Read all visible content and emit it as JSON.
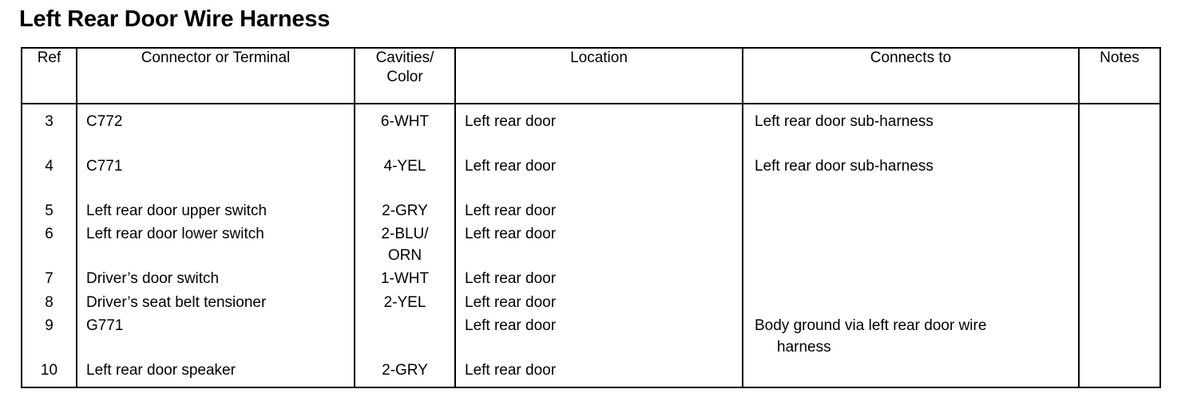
{
  "document": {
    "title": "Left Rear Door Wire Harness"
  },
  "table": {
    "columns": [
      {
        "key": "ref",
        "label": "Ref"
      },
      {
        "key": "connector",
        "label": "Connector or Terminal"
      },
      {
        "key": "cavities",
        "label_line1": "Cavities/",
        "label_line2": "Color"
      },
      {
        "key": "location",
        "label": "Location"
      },
      {
        "key": "connects",
        "label": "Connects to"
      },
      {
        "key": "notes",
        "label": "Notes"
      }
    ],
    "rows": [
      {
        "ref": "3",
        "connector": "C772",
        "cavities": "6-WHT",
        "cavities_line2": "",
        "location": "Left rear door",
        "connects": "Left rear door sub-harness",
        "connects_line2": "",
        "notes": ""
      },
      {
        "ref": "4",
        "connector": "C771",
        "cavities": "4-YEL",
        "cavities_line2": "",
        "location": "Left rear door",
        "connects": "Left rear door sub-harness",
        "connects_line2": "",
        "notes": ""
      },
      {
        "ref": "5",
        "connector": "Left rear door upper switch",
        "cavities": "2-GRY",
        "cavities_line2": "",
        "location": "Left rear door",
        "connects": "",
        "connects_line2": "",
        "notes": ""
      },
      {
        "ref": "6",
        "connector": "Left rear door lower switch",
        "cavities": "2-BLU/",
        "cavities_line2": "ORN",
        "location": "Left rear door",
        "connects": "",
        "connects_line2": "",
        "notes": ""
      },
      {
        "ref": "7",
        "connector": "Driver’s door switch",
        "cavities": "1-WHT",
        "cavities_line2": "",
        "location": "Left rear door",
        "connects": "",
        "connects_line2": "",
        "notes": ""
      },
      {
        "ref": "8",
        "connector": "Driver’s seat belt tensioner",
        "cavities": "2-YEL",
        "cavities_line2": "",
        "location": "Left rear door",
        "connects": "",
        "connects_line2": "",
        "notes": ""
      },
      {
        "ref": "9",
        "connector": "G771",
        "cavities": "",
        "cavities_line2": "",
        "location": "Left rear door",
        "connects": "Body ground via left rear door wire",
        "connects_line2": "harness",
        "notes": ""
      },
      {
        "ref": "10",
        "connector": "Left rear door speaker",
        "cavities": "2-GRY",
        "cavities_line2": "",
        "location": "Left rear door",
        "connects": "",
        "connects_line2": "",
        "notes": ""
      }
    ]
  },
  "colors": {
    "ink": "#000000",
    "paper": "#ffffff"
  }
}
